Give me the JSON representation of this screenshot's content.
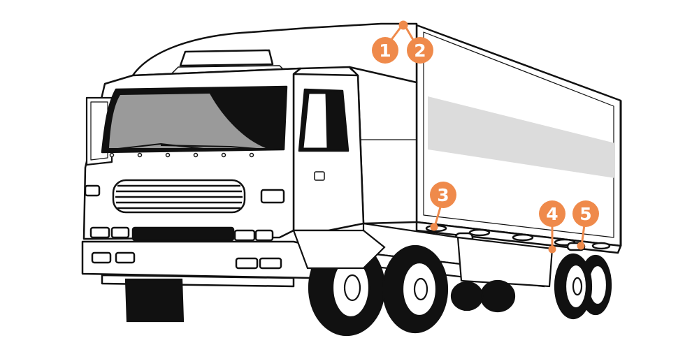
{
  "diagram": {
    "accent_color": "#ef8a4b",
    "line_color": "#111111",
    "window_fill": "#9a9a9a",
    "stripe_fill": "#dcdcdc"
  },
  "markers": [
    {
      "id": "1",
      "label": "1"
    },
    {
      "id": "2",
      "label": "2"
    },
    {
      "id": "3",
      "label": "3"
    },
    {
      "id": "4",
      "label": "4"
    },
    {
      "id": "5",
      "label": "5"
    }
  ]
}
